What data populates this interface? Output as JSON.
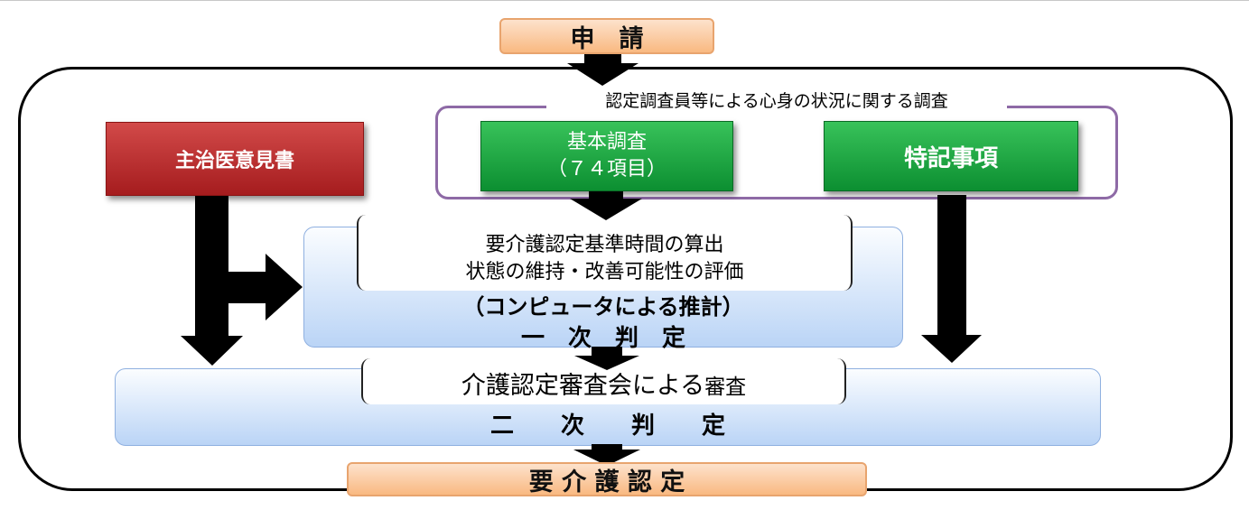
{
  "application": "申　請",
  "survey_caption": "認定調査員等による心身の状況に関する調査",
  "doctor_opinion": "主治医意見書",
  "basic_survey": {
    "title": "基本調査",
    "items": "（７４項目）"
  },
  "special_notes": "特記事項",
  "calculation": {
    "line1": "要介護認定基準時間の算出",
    "line2": "状態の維持・改善可能性の評価"
  },
  "computer_estimate": "（コンピュータによる推計）",
  "primary_judgment": "一　次　判　定",
  "review": {
    "text": "介護認定審査会による",
    "emphasis": "審査"
  },
  "secondary_judgment": "二　　次　　判　　定",
  "final_result": "要 介 護 認 定",
  "colors": {
    "orange": "#f9b981",
    "red": "#b52426",
    "green": "#18a23f",
    "blue": "#bad4f6",
    "purple": "#8e6aa6",
    "arrow": "#000000"
  }
}
